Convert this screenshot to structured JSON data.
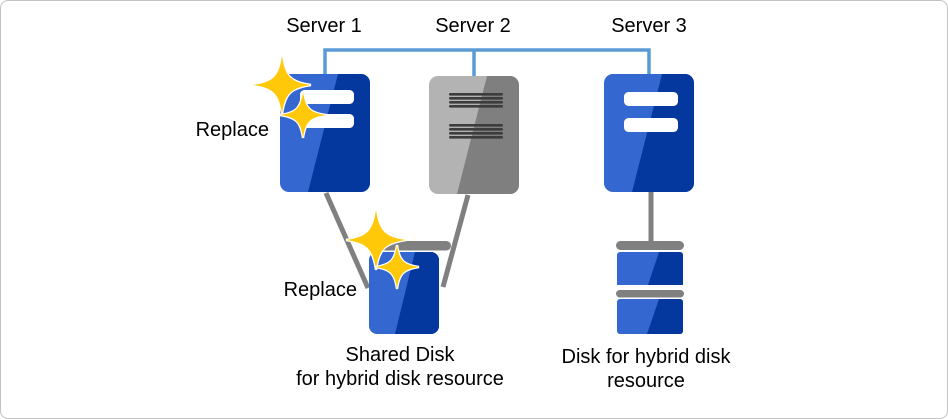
{
  "servers": [
    {
      "label": "Server 1",
      "style": "blue",
      "status": "replaced-new"
    },
    {
      "label": "Server 2",
      "style": "gray",
      "status": "existing"
    },
    {
      "label": "Server 3",
      "style": "blue",
      "status": "existing"
    }
  ],
  "annotations": {
    "replace_server1": "Replace",
    "replace_shared_disk": "Replace"
  },
  "shared_disk": {
    "caption": [
      "Shared Disk",
      "for hybrid disk resource"
    ],
    "status": "replaced-new"
  },
  "hybrid_disk": {
    "caption": [
      "Disk for hybrid disk",
      "resource"
    ]
  },
  "connections": [
    "server-1 - server-2 - server-3 (top network line)",
    "server-1 - shared-disk",
    "server-2 - shared-disk",
    "server-3 - hybrid-disk-stack"
  ],
  "icons": {
    "sparkle": "sparkle-icon (marks replaced/new components)",
    "server": "server-tower-icon",
    "disk": "disk-icon"
  },
  "colors": {
    "server_blue_light": "#3467CF",
    "server_blue_dark": "#04389E",
    "server_gray_light": "#B3B3B3",
    "server_gray_dark": "#7F7F7F",
    "vent_stripe": "#3D3D3D",
    "network_line_blue": "#5B9BD5",
    "connector_gray": "#808080",
    "sparkle_gold": "#FFC90A",
    "text": "#000000",
    "background": "#FFFFFF",
    "border": "#C2C2C2"
  }
}
